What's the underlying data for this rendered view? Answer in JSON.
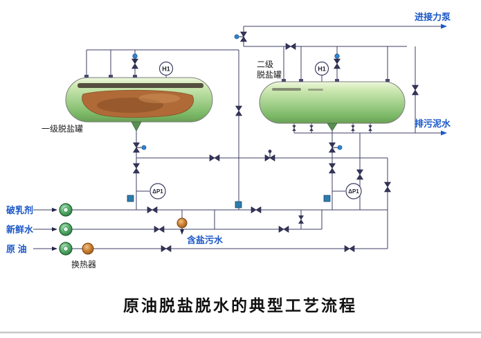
{
  "title": "原油脱盐脱水的典型工艺流程",
  "diagram": {
    "streams": {
      "relay_pump": "进接力泵",
      "sludge_water": "排污泥水",
      "demulsifier": "破乳剂",
      "fresh_water": "新鲜水",
      "crude_oil": "原 油",
      "salty_wastewater": "含盐污水"
    },
    "equipment": {
      "tank1": "一级脱盐罐",
      "tank2_line1": "二级",
      "tank2_line2": "脱盐罐",
      "heat_exchanger": "换热器"
    },
    "instruments": {
      "h1": "H1",
      "dp1": "ΔP1"
    }
  },
  "colors": {
    "blue_label": "#1a57c8",
    "pipe": "#3c3c64",
    "vessel_green_light": "#cfe9b4",
    "vessel_green_dark": "#699f55",
    "oil_brown": "#b06a38",
    "pump_green": "#1e6b36",
    "exchanger_orange": "#cd8034",
    "valve_dark": "#35355c",
    "handle_blue": "#2f86d6",
    "instrument_box_teal": "#2e7bac",
    "divider_gray": "#c8c8c8"
  }
}
